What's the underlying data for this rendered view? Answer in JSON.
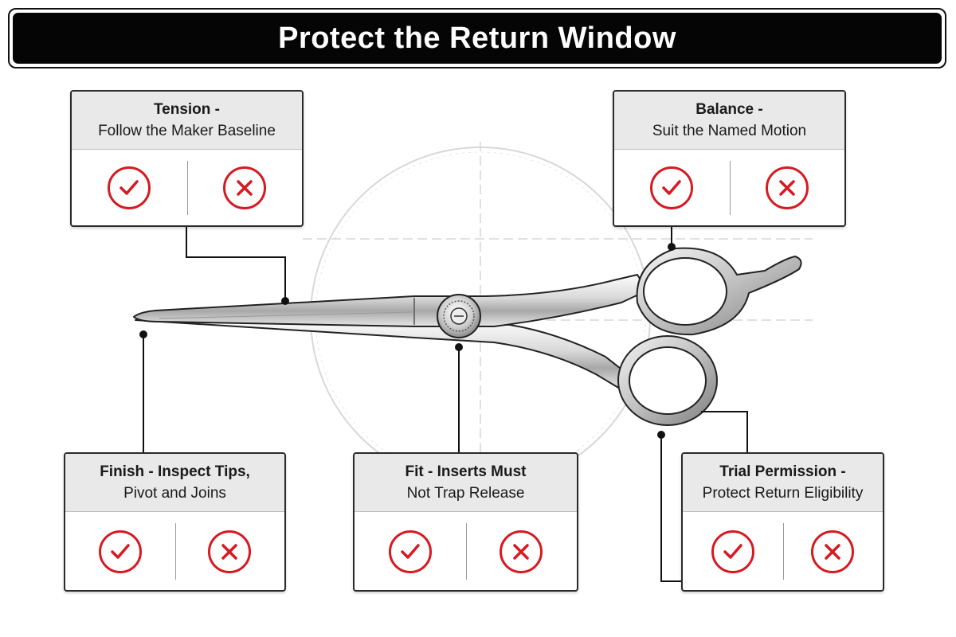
{
  "title": "Protect the Return Window",
  "accent_color": "#d71920",
  "cards": [
    {
      "id": "tension",
      "line1": "Tension -",
      "line2": "Follow the Maker Baseline",
      "icons": [
        "check-icon",
        "cross-icon"
      ]
    },
    {
      "id": "balance",
      "line1": "Balance -",
      "line2": "Suit the Named Motion",
      "icons": [
        "check-icon",
        "cross-icon"
      ]
    },
    {
      "id": "finish",
      "line1": "Finish - Inspect Tips,",
      "line2": "Pivot and Joins",
      "icons": [
        "check-icon",
        "cross-icon"
      ]
    },
    {
      "id": "fit",
      "line1": "Fit - Inserts Must",
      "line2": "Not Trap Release",
      "icons": [
        "check-icon",
        "cross-icon"
      ]
    },
    {
      "id": "trial",
      "line1": "Trial Permission -",
      "line2": "Protect Return Eligibility",
      "icons": [
        "check-icon",
        "cross-icon"
      ]
    }
  ]
}
